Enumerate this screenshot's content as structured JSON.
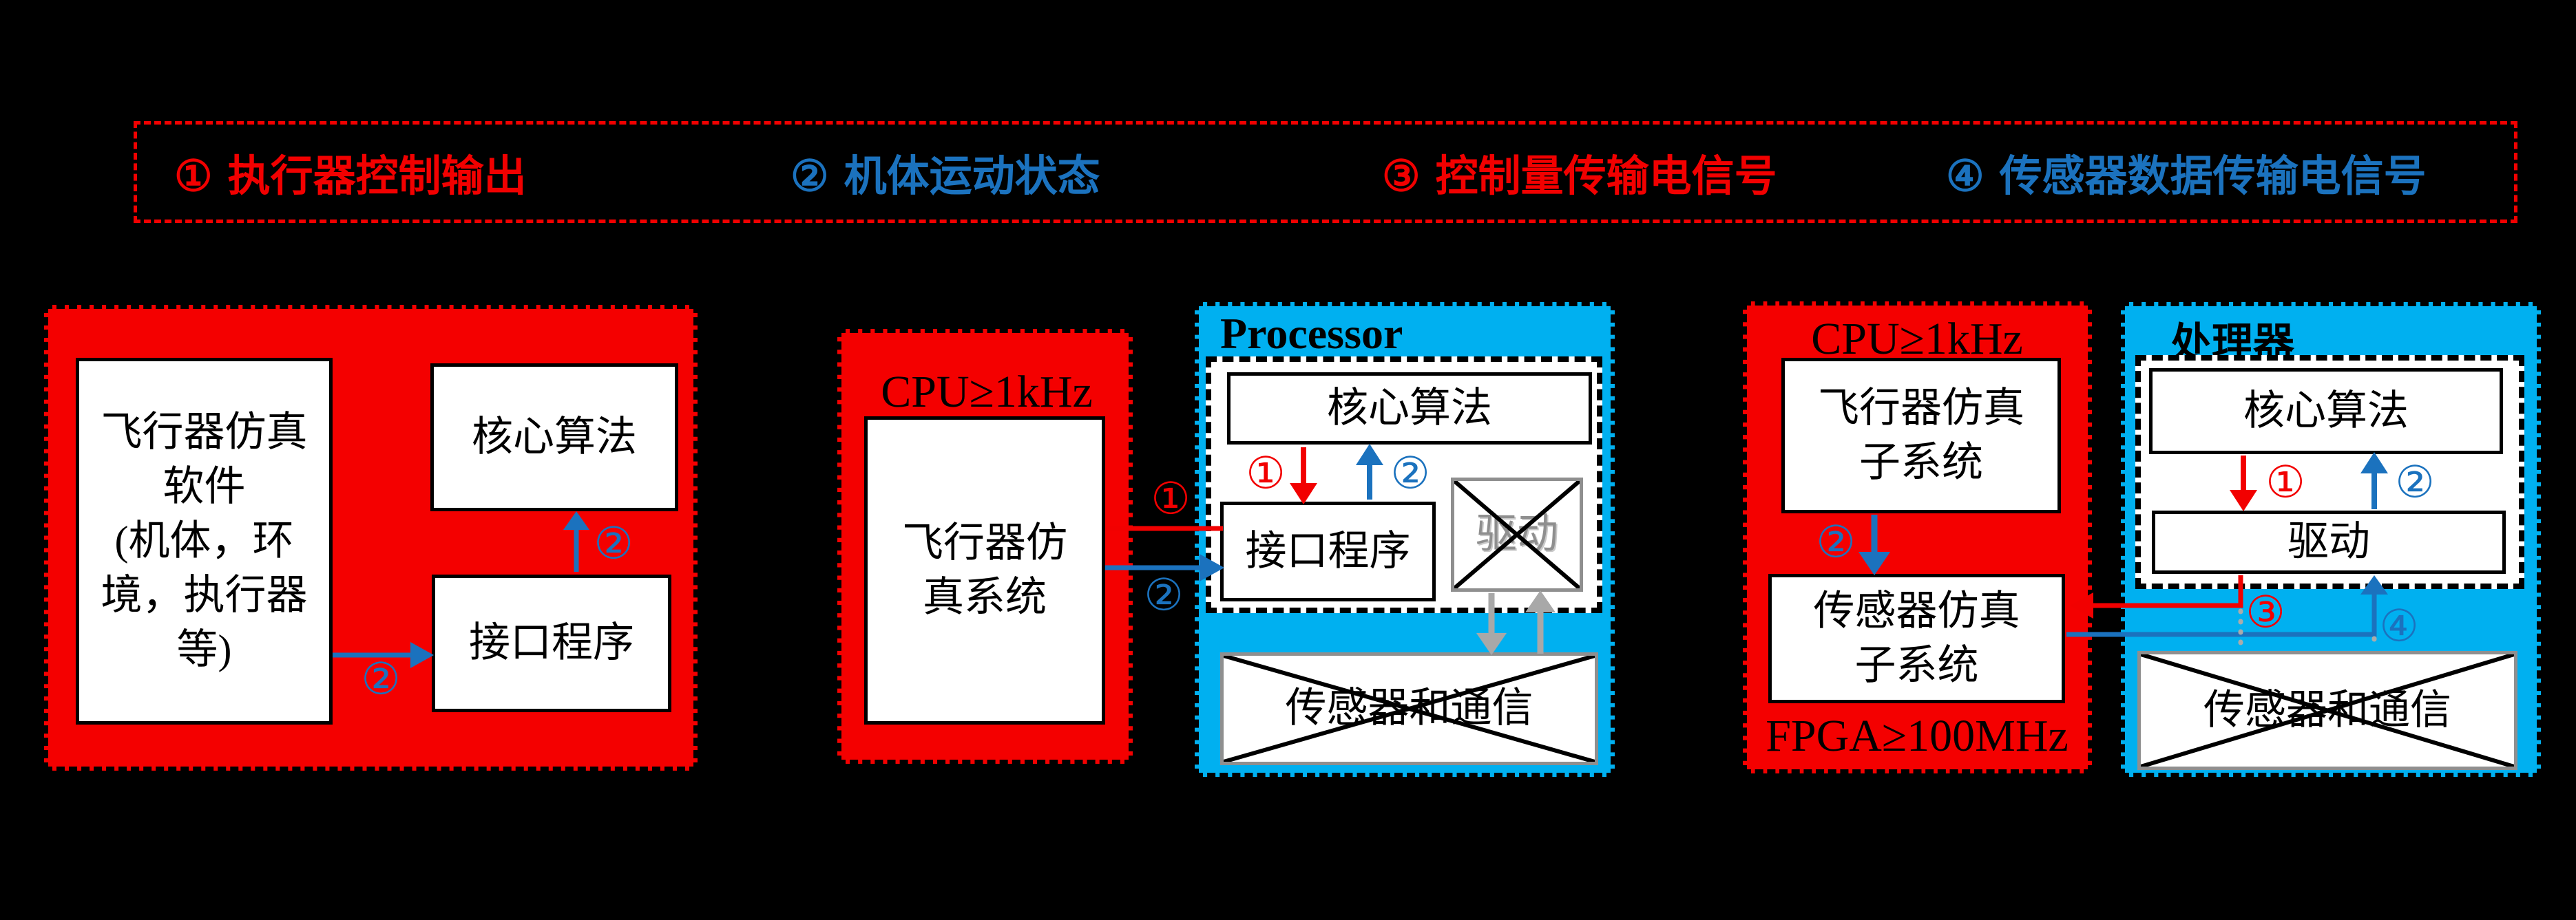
{
  "legend": {
    "items": [
      {
        "num": "①",
        "label": "执行器控制输出",
        "color": "#f20000"
      },
      {
        "num": "②",
        "label": "机体运动状态",
        "color": "#1b72be"
      },
      {
        "num": "③",
        "label": "控制量传输电信号",
        "color": "#f20000"
      },
      {
        "num": "④",
        "label": "传感器数据传输电信号",
        "color": "#1b72be"
      }
    ]
  },
  "left_panel": {
    "software_box": "飞行器仿真\n软件\n(机体，环\n境，执行器\n等)",
    "algorithm_box": "核心算法",
    "interface_box": "接口程序",
    "to_interface_label": "②",
    "to_algorithm_label": "②"
  },
  "sim_panel": {
    "cpu_label": "CPU≥1kHz",
    "system_box": "飞行器仿\n真系统",
    "out_red_label": "①",
    "out_blue_label": "②"
  },
  "processor_panel": {
    "title": "Processor",
    "algorithm_box": "核心算法",
    "interface_box": "接口程序",
    "driver_box": "驱动",
    "sensor_comm_box": "传感器和通信",
    "down_label": "①",
    "up_label": "②"
  },
  "subsystem_panel": {
    "cpu_label": "CPU≥1kHz",
    "flight_box": "飞行器仿真\n子系统",
    "down_label": "②",
    "sensor_box": "传感器仿真\n子系统",
    "fpga_label": "FPGA≥100MHz"
  },
  "controller_panel": {
    "title": "处理器",
    "algorithm_box": "核心算法",
    "down_label": "①",
    "up_label": "②",
    "driver_box": "驱动",
    "red_link_label": "③",
    "blue_link_label": "④",
    "sensor_comm_box": "传感器和通信"
  },
  "colors": {
    "panel_red": "#f40000",
    "panel_blue": "#00b0f0",
    "arrow_red": "#f20000",
    "arrow_blue": "#1b72be",
    "arrow_gray": "#a8a8a8"
  }
}
